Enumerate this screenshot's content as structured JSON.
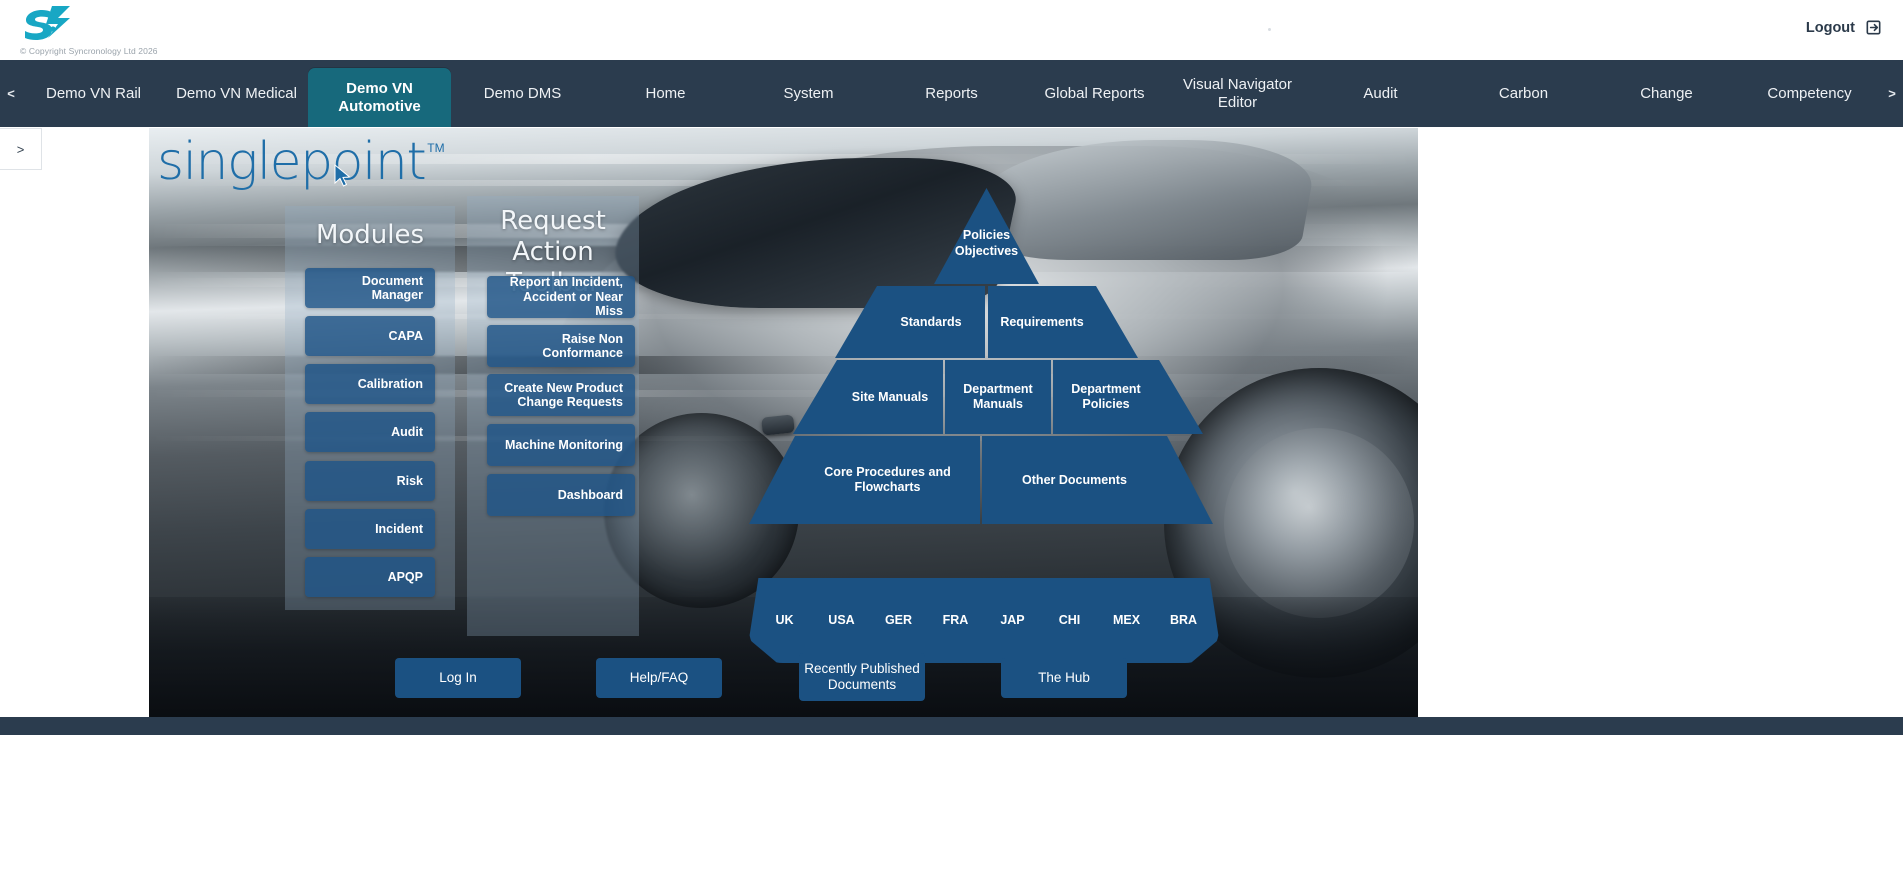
{
  "header": {
    "logo_alt": "Syncronology logo",
    "copyright": "© Copyright Syncronology Ltd 2026",
    "logout_label": "Logout",
    "logo_color": "#18a7c4"
  },
  "nav": {
    "prev_arrow": "<",
    "next_arrow": ">",
    "active_index": 2,
    "active_color": "#17697c",
    "bar_color": "#2b3c4e",
    "items": [
      {
        "label": "Demo VN Rail"
      },
      {
        "label": "Demo VN Medical"
      },
      {
        "label": "Demo VN Automotive"
      },
      {
        "label": "Demo DMS"
      },
      {
        "label": "Home"
      },
      {
        "label": "System"
      },
      {
        "label": "Reports"
      },
      {
        "label": "Global Reports"
      },
      {
        "label": "Visual Navigator Editor"
      },
      {
        "label": "Audit"
      },
      {
        "label": "Carbon"
      },
      {
        "label": "Change"
      },
      {
        "label": "Competency"
      }
    ]
  },
  "side_toggle": {
    "label": ">"
  },
  "stage": {
    "brand": {
      "text": "singlepoint",
      "trademark": "TM",
      "color": "#1f6ea8"
    },
    "modules_panel": {
      "title": "Modules",
      "buttons": [
        {
          "label": "Document Manager"
        },
        {
          "label": "CAPA"
        },
        {
          "label": "Calibration"
        },
        {
          "label": "Audit"
        },
        {
          "label": "Risk"
        },
        {
          "label": "Incident"
        },
        {
          "label": "APQP"
        }
      ]
    },
    "toolbar_panel": {
      "title": "Request Action Toolbar",
      "buttons": [
        {
          "label": "Report an Incident, Accident or Near Miss"
        },
        {
          "label": "Raise Non Conformance"
        },
        {
          "label": "Create New Product Change Requests"
        },
        {
          "label": "Machine Monitoring"
        },
        {
          "label": "Dashboard"
        }
      ]
    },
    "pyramid": {
      "fill_color": "#1b5182",
      "apex": {
        "label": "Policies Objectives"
      },
      "tier2": [
        {
          "label": "Standards"
        },
        {
          "label": "Requirements"
        }
      ],
      "tier3": [
        {
          "label": "Site Manuals"
        },
        {
          "label": "Department Manuals"
        },
        {
          "label": "Department Policies"
        }
      ],
      "tier4": [
        {
          "label": "Core Procedures and Flowcharts"
        },
        {
          "label": "Other Documents"
        }
      ],
      "countries": [
        {
          "label": "UK"
        },
        {
          "label": "USA"
        },
        {
          "label": "GER"
        },
        {
          "label": "FRA"
        },
        {
          "label": "JAP"
        },
        {
          "label": "CHI"
        },
        {
          "label": "MEX"
        },
        {
          "label": "BRA"
        }
      ]
    },
    "actions": [
      {
        "label": "Log In"
      },
      {
        "label": "Help/FAQ"
      },
      {
        "label": "Recently Published Documents"
      },
      {
        "label": "The Hub"
      }
    ]
  }
}
